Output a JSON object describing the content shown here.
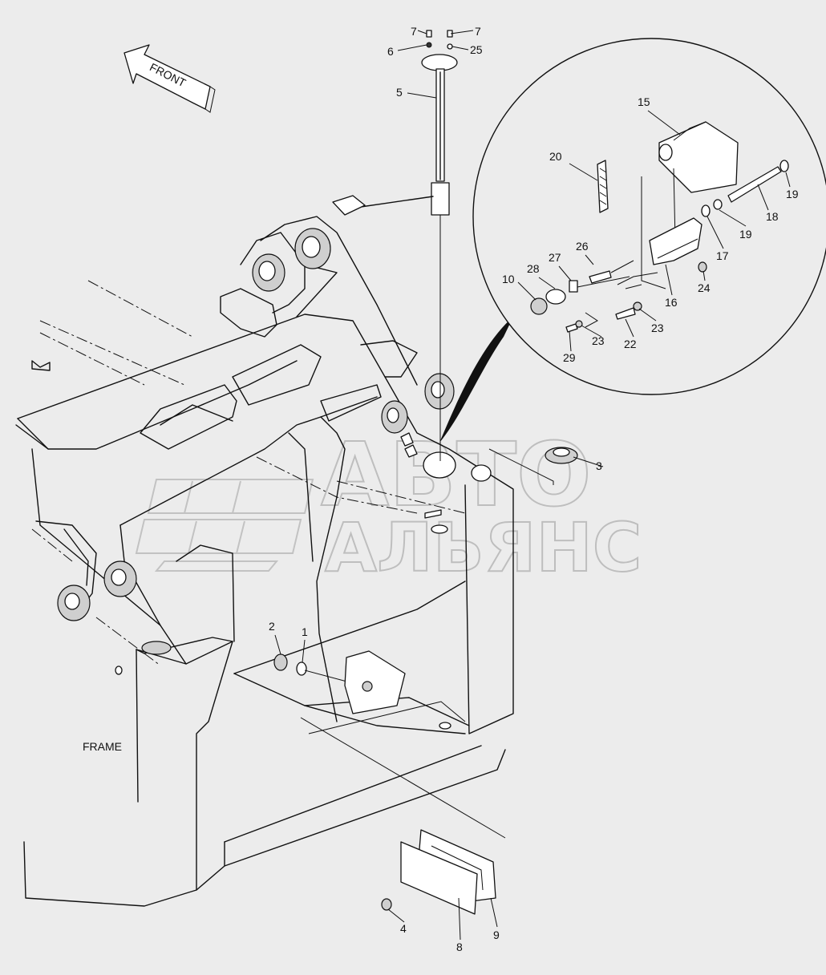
{
  "diagram": {
    "arrow_label": "FRONT",
    "frame_label": "FRAME",
    "watermark": {
      "line1": "АВТО",
      "line2": "АЛЬЯНС"
    },
    "callouts": [
      {
        "id": "c7a",
        "text": "7"
      },
      {
        "id": "c7b",
        "text": "7"
      },
      {
        "id": "c6",
        "text": "6"
      },
      {
        "id": "c25",
        "text": "25"
      },
      {
        "id": "c5",
        "text": "5"
      },
      {
        "id": "c15",
        "text": "15"
      },
      {
        "id": "c20",
        "text": "20"
      },
      {
        "id": "c19a",
        "text": "19"
      },
      {
        "id": "c18",
        "text": "18"
      },
      {
        "id": "c19b",
        "text": "19"
      },
      {
        "id": "c17",
        "text": "17"
      },
      {
        "id": "c26",
        "text": "26"
      },
      {
        "id": "c27",
        "text": "27"
      },
      {
        "id": "c28",
        "text": "28"
      },
      {
        "id": "c10",
        "text": "10"
      },
      {
        "id": "c24",
        "text": "24"
      },
      {
        "id": "c16",
        "text": "16"
      },
      {
        "id": "c23a",
        "text": "23"
      },
      {
        "id": "c23b",
        "text": "23"
      },
      {
        "id": "c22",
        "text": "22"
      },
      {
        "id": "c29",
        "text": "29"
      },
      {
        "id": "c3",
        "text": "3"
      },
      {
        "id": "c2",
        "text": "2"
      },
      {
        "id": "c1",
        "text": "1"
      },
      {
        "id": "c4",
        "text": "4"
      },
      {
        "id": "c8",
        "text": "8"
      },
      {
        "id": "c9",
        "text": "9"
      }
    ]
  }
}
